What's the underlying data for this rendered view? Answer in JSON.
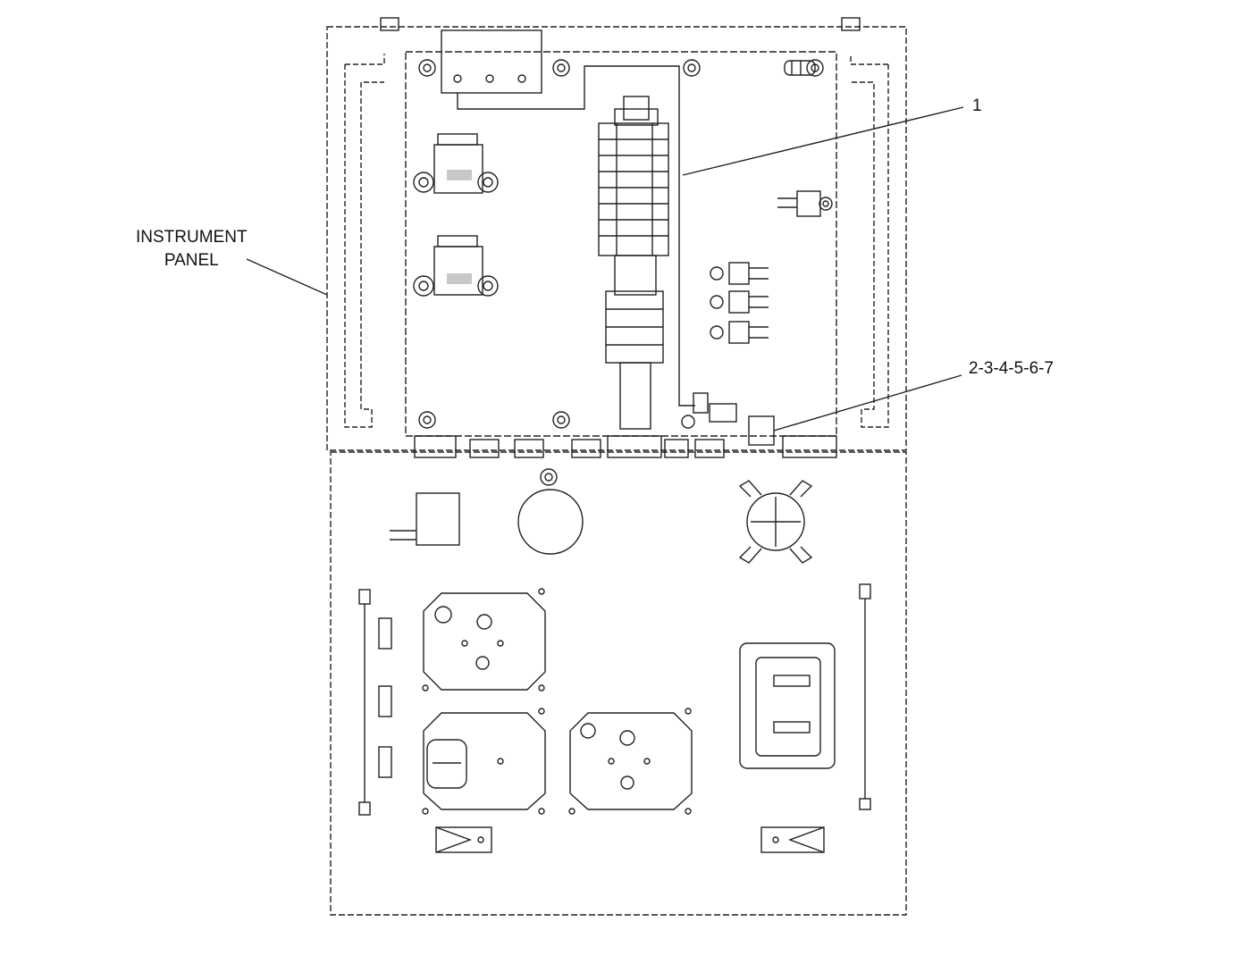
{
  "labels": {
    "instrument_panel_line1": "INSTRUMENT",
    "instrument_panel_line2": "PANEL",
    "callout_1": "1",
    "callout_2": "2-3-4-5-6-7"
  },
  "colors": {
    "line": "#222222",
    "dashed": "#444444",
    "background": "#ffffff"
  }
}
